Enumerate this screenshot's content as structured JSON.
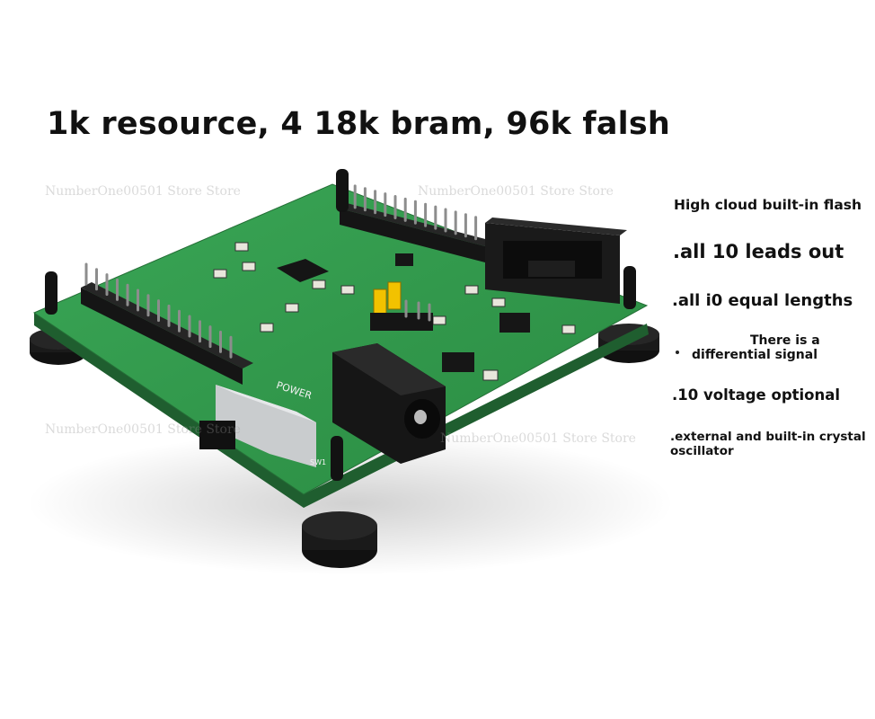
{
  "headline": "1k resource, 4 18k bram, 96k falsh",
  "features": {
    "f1": "High cloud built-in flash",
    "f2": ".all 10 leads out",
    "f3": ".all i0 equal lengths",
    "f4_line1": "There is a",
    "f4_line2": "differential signal",
    "f5": ".10 voltage optional",
    "f6_line1": ".external and built-in crystal",
    "f6_line2": "oscillator"
  },
  "board_labels": {
    "power": "POWER",
    "sw1": "SW1"
  },
  "watermarks": {
    "wm1": "NumberOne00501 Store Store",
    "wm2": "NumberOne00501 Store Store",
    "wm3": "NumberOne00501 Store Store",
    "wm4": "NumberOne00501 Store Store"
  },
  "colors": {
    "pcb": "#2f9a48",
    "pcb_dark": "#1f6f33",
    "header_black": "#141414",
    "jumper_yellow": "#f2c200"
  }
}
